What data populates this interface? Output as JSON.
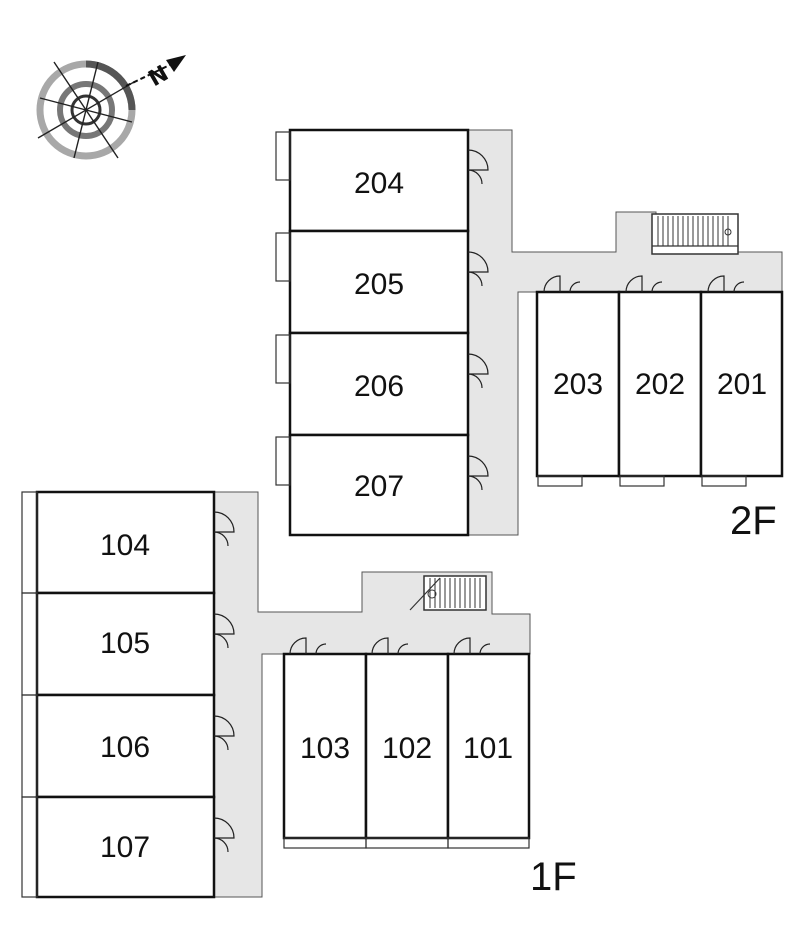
{
  "compass": {
    "north_label": "N"
  },
  "floors": [
    {
      "label": "2F",
      "units": [
        "204",
        "205",
        "206",
        "207",
        "203",
        "202",
        "201"
      ]
    },
    {
      "label": "1F",
      "units": [
        "104",
        "105",
        "106",
        "107",
        "103",
        "102",
        "101"
      ]
    }
  ],
  "colors": {
    "corridor": "#e6e6e6",
    "wall": "#111111",
    "compass_ring": "#9a9a9a"
  }
}
